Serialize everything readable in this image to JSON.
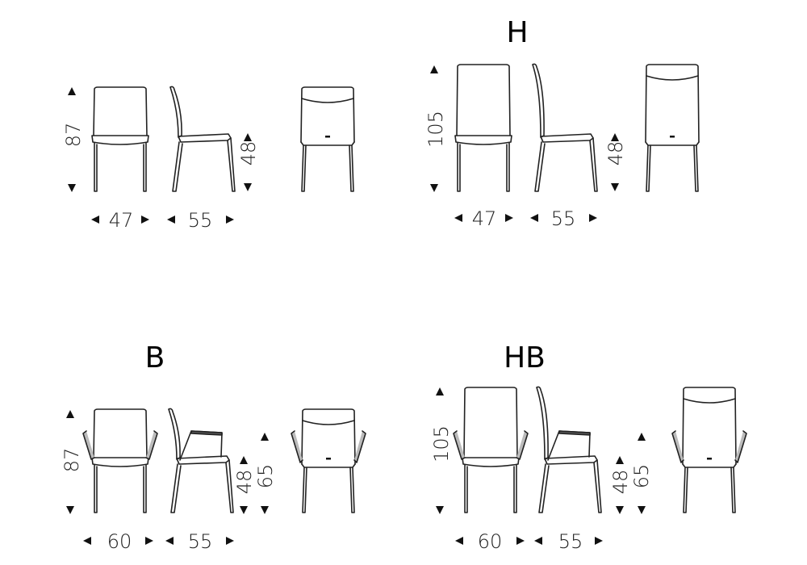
{
  "panels": [
    {
      "title": "",
      "height": "87",
      "seat_height": "48",
      "arm_height": null,
      "width": "47",
      "depth": "55"
    },
    {
      "title": "H",
      "height": "105",
      "seat_height": "48",
      "arm_height": null,
      "width": "47",
      "depth": "55"
    },
    {
      "title": "B",
      "height": "87",
      "seat_height": "48",
      "arm_height": "65",
      "width": "60",
      "depth": "55"
    },
    {
      "title": "HB",
      "height": "105",
      "seat_height": "48",
      "arm_height": "65",
      "width": "60",
      "depth": "55"
    }
  ],
  "colors": {
    "line": "#222222",
    "background": "#ffffff"
  }
}
